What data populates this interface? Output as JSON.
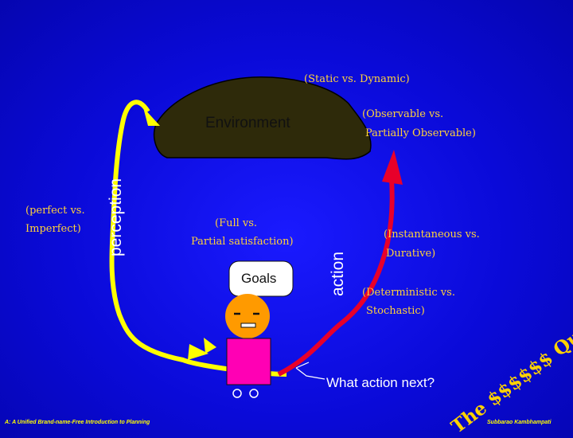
{
  "labels": {
    "static_dynamic": "(Static vs. Dynamic)",
    "environment": "Environment",
    "observable_1": "(Observable vs.",
    "observable_2": "Partially Observable)",
    "perception": "perception",
    "perfect_1": "(perfect vs.",
    "perfect_2": "Imperfect)",
    "full_1": "(Full vs.",
    "full_2": "Partial satisfaction)",
    "action": "action",
    "instantaneous_1": "(Instantaneous vs.",
    "instantaneous_2": "Durative)",
    "goals": "Goals",
    "deterministic_1": "(Deterministic vs.",
    "deterministic_2": "Stochastic)",
    "what_action": "What action next?",
    "question": "The $$$$$$ Question",
    "footer_left": "A: A Unified Brand-name-Free Introduction to Planning",
    "footer_right": "Subbarao Kambhampati"
  },
  "colors": {
    "background": "#0a0ad8",
    "environment_fill": "#2e2a0a",
    "perception_arrow": "#ffff00",
    "action_arrow": "#e8002a",
    "agent_body": "#ff00b4",
    "agent_head": "#ff9a00",
    "serif_text": "#ffd23a",
    "question_text": "#ffd200"
  }
}
